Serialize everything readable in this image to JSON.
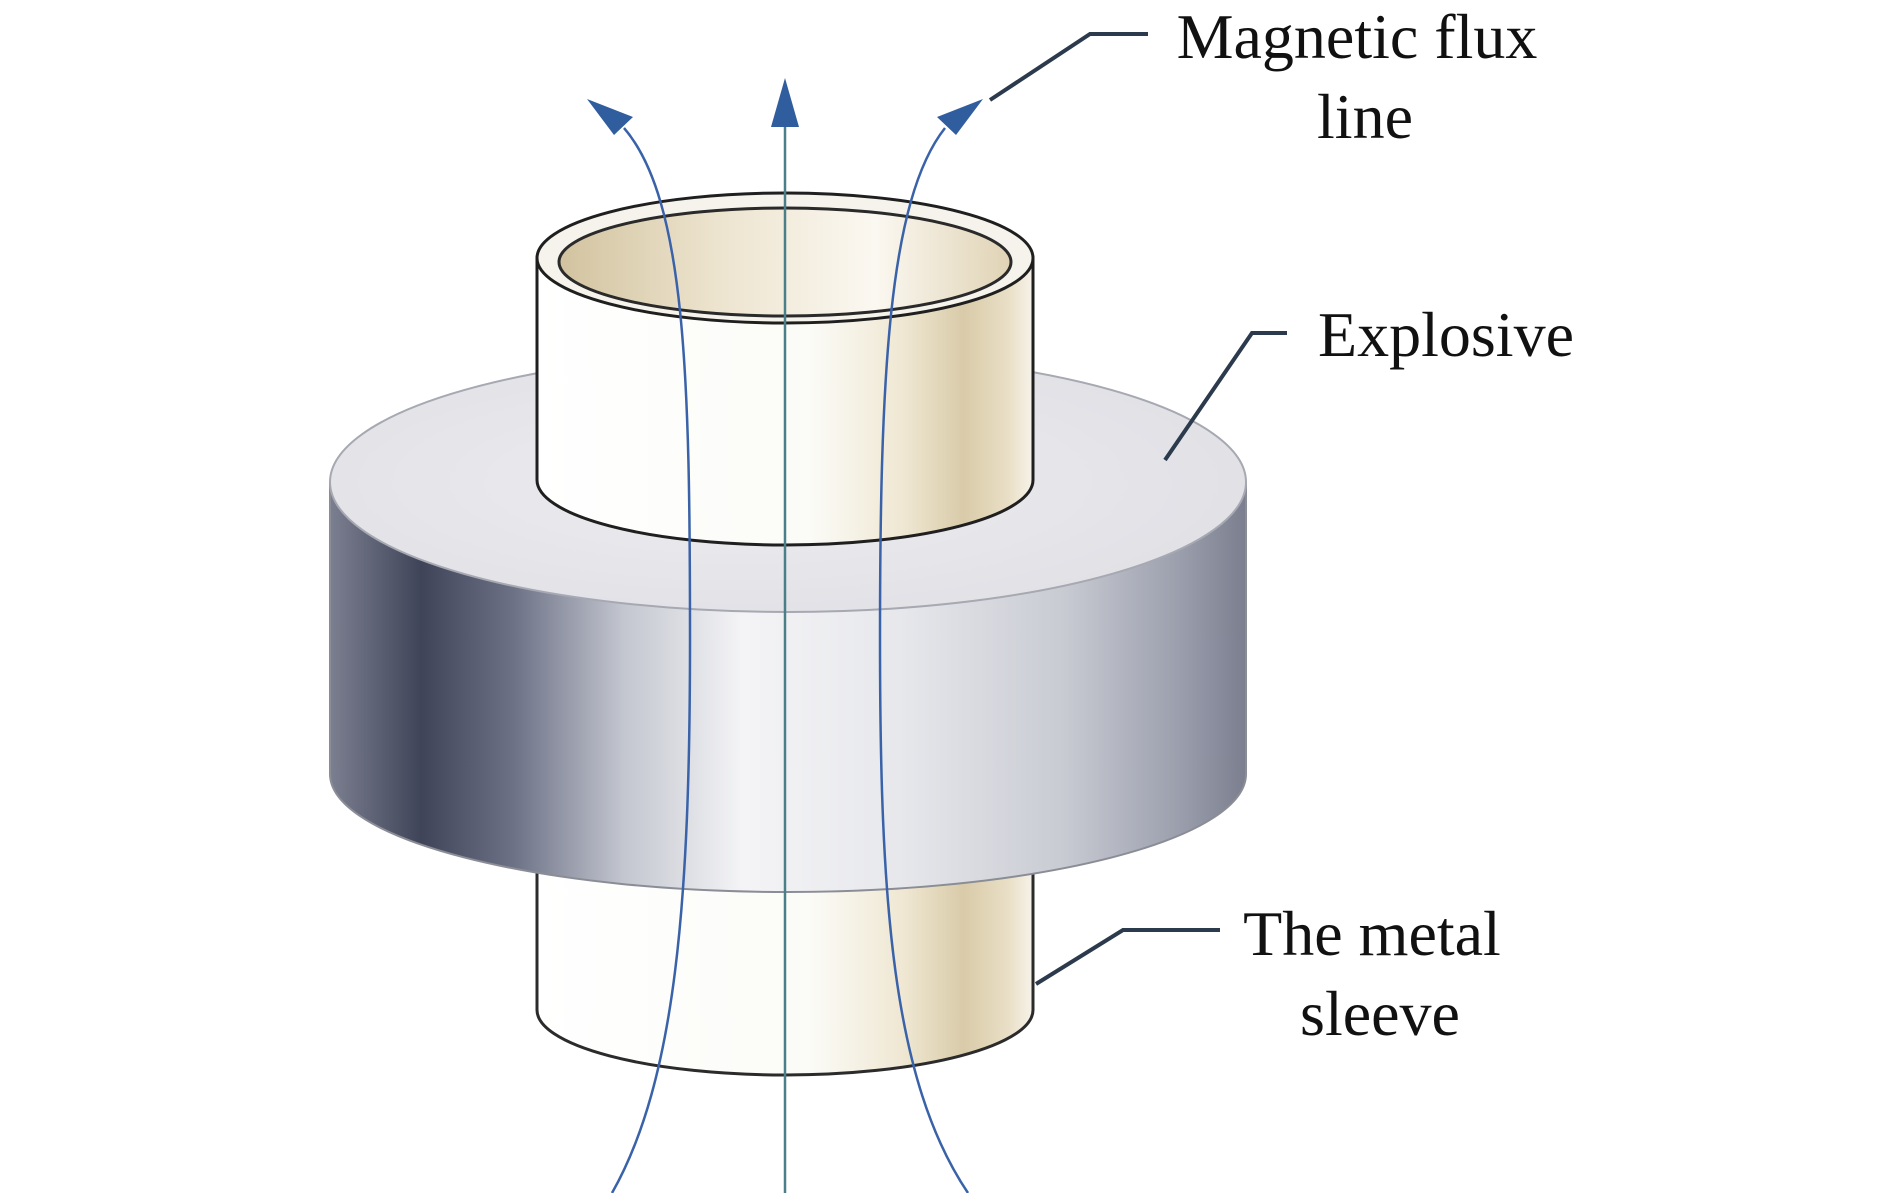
{
  "diagram": {
    "labels": {
      "flux": [
        "Magnetic flux",
        "line"
      ],
      "explosive": [
        "Explosive"
      ],
      "sleeve": [
        "The metal",
        "sleeve"
      ]
    },
    "colors": {
      "flux_line": "#3a62a8",
      "arrow": "#2f5d9e",
      "leader_line": "#2b3a4c",
      "cylinder_dark": "#41455a",
      "cylinder_light": "#f2f2f2",
      "top_face": "#e6e6ea",
      "sleeve_gold": "#d7c9a8"
    }
  }
}
